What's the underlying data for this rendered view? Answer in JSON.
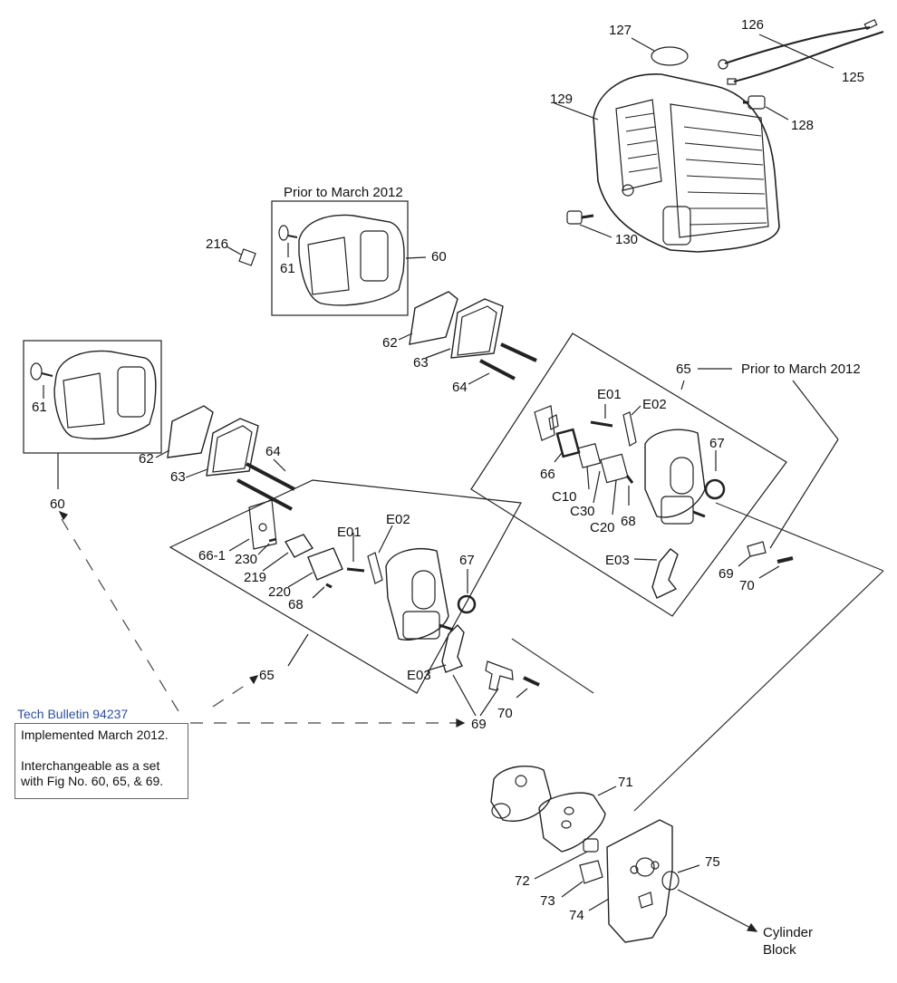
{
  "title_prior_top": "Prior to March 2012",
  "title_prior_right": "Prior to March 2012",
  "tech_bulletin": {
    "title": "Tech Bulletin 94237",
    "line1": "Implemented March 2012.",
    "line2": "Interchangeable as a set",
    "line3": "with Fig No. 60, 65, & 69."
  },
  "cylinder_block": {
    "line1": "Cylinder",
    "line2": "Block"
  },
  "parts": {
    "p127": "127",
    "p126": "126",
    "p125": "125",
    "p128": "128",
    "p129": "129",
    "p130": "130",
    "p216": "216",
    "p61a": "61",
    "p60a": "60",
    "p62a": "62",
    "p63a": "63",
    "p64a": "64",
    "p61b": "61",
    "p62b": "62",
    "p63b": "63",
    "p64b": "64",
    "p60b": "60",
    "p65a": "65",
    "pE01a": "E01",
    "pE02a": "E02",
    "p67a": "67",
    "p66": "66",
    "pC10": "C10",
    "pC30": "C30",
    "pC20": "C20",
    "p68a": "68",
    "pE03a": "E03",
    "p69a": "69",
    "p70a": "70",
    "pE01b": "E01",
    "pE02b": "E02",
    "p661": "66-1",
    "p230": "230",
    "p219": "219",
    "p220": "220",
    "p68b": "68",
    "p67b": "67",
    "pE03b": "E03",
    "p65b": "65",
    "p69b": "69",
    "p70b": "70",
    "p71": "71",
    "p72": "72",
    "p73": "73",
    "p74": "74",
    "p75": "75"
  }
}
